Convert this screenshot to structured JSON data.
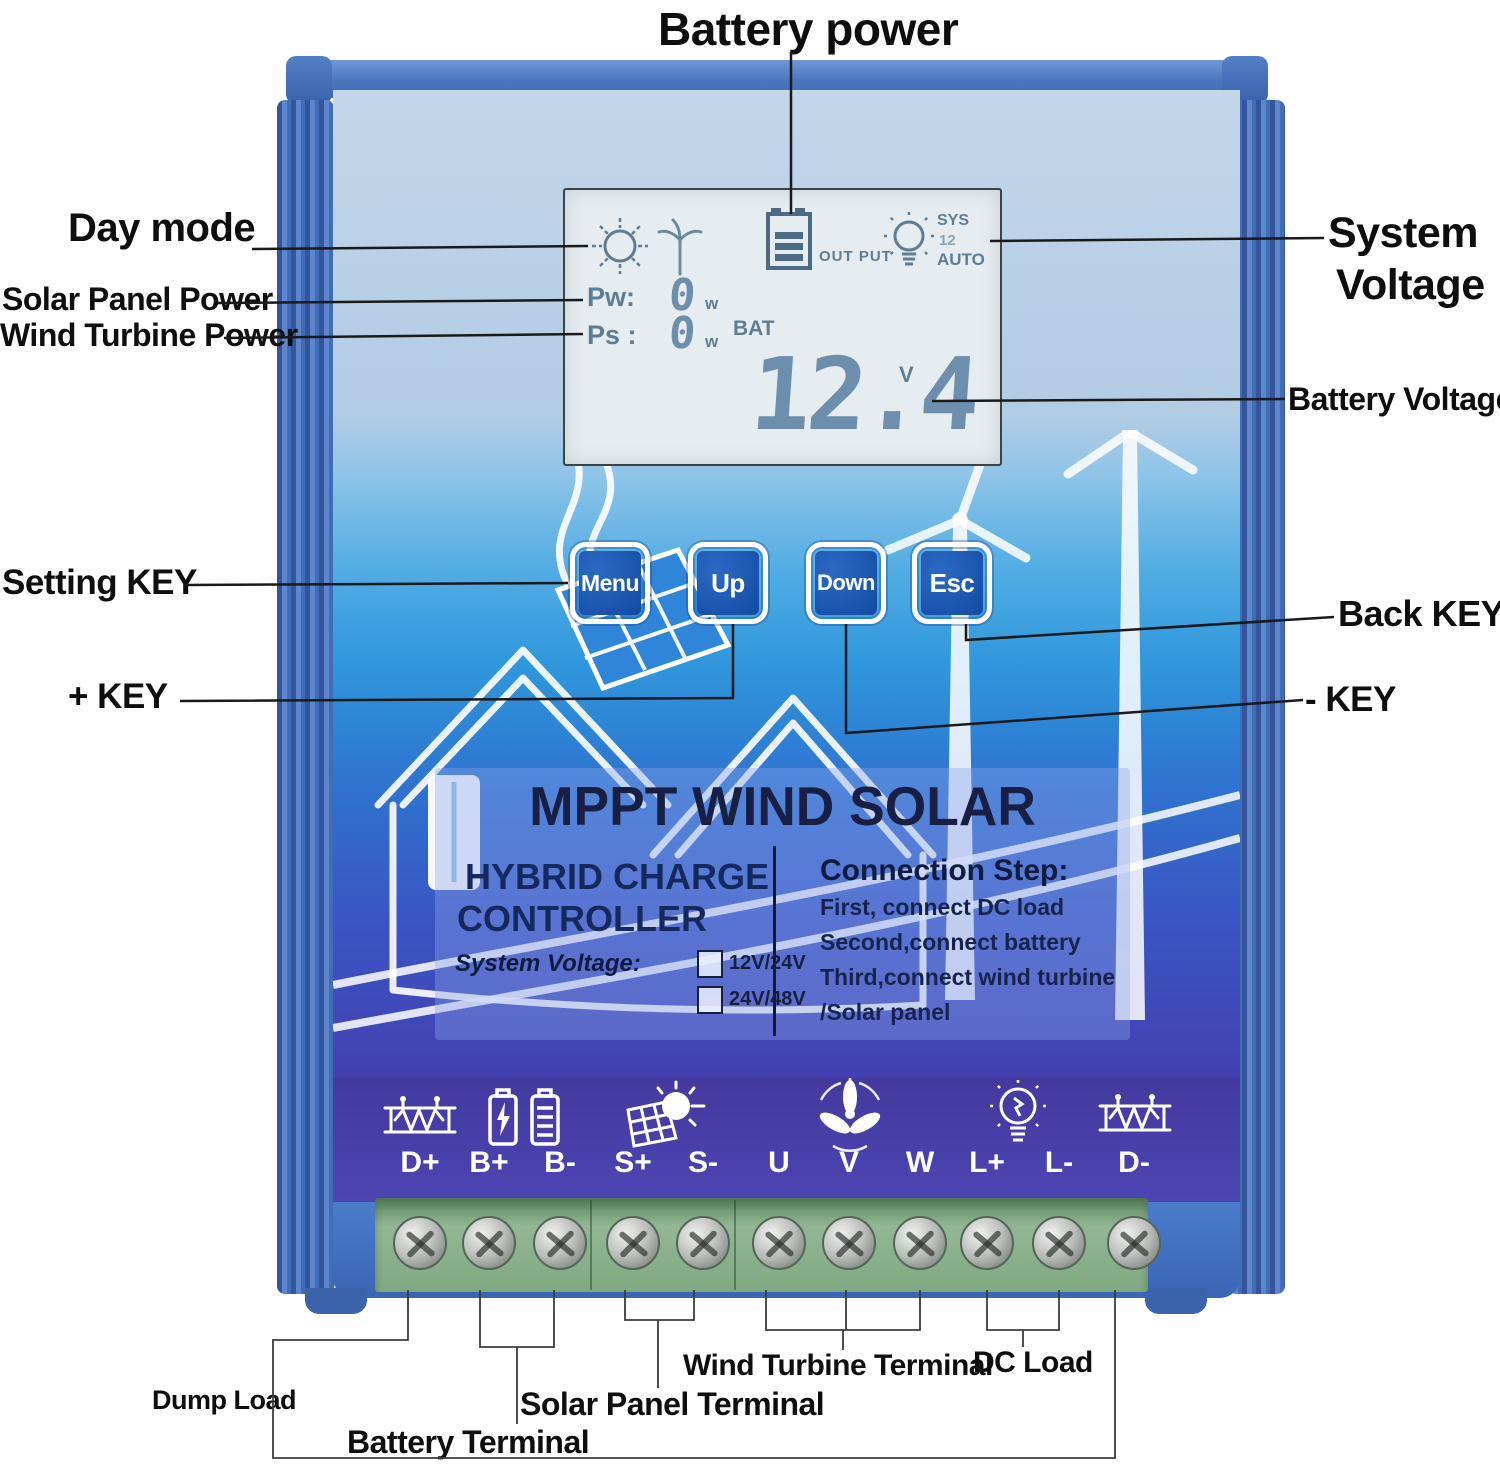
{
  "annotations": {
    "battery_power": "Battery power",
    "day_mode": "Day mode",
    "solar_panel_power": "Solar Panel Power",
    "wind_turbine_power": "Wind Turbine Power",
    "setting_key": "Setting KEY",
    "plus_key": "+ KEY",
    "system_voltage_line1": "System",
    "system_voltage_line2": "Voltage",
    "battery_voltage": "Battery Voltage",
    "back_key": "Back KEY",
    "minus_key": "- KEY",
    "dump_load": "Dump Load",
    "battery_terminal": "Battery Terminal",
    "solar_panel_terminal": "Solar Panel Terminal",
    "wind_turbine_terminal": "Wind Turbine Terminal",
    "dc_load": "DC Load"
  },
  "lcd": {
    "output_label": "OUT PUT",
    "sys_label": "SYS",
    "sys_value": "12",
    "auto_label": "AUTO",
    "pw_label": "Pw:",
    "pw_value": "0",
    "pw_unit": "w",
    "ps_label": "Ps :",
    "ps_value": "0",
    "ps_unit": "w",
    "bat_label": "BAT",
    "battery_voltage_value": "12.4",
    "battery_voltage_unit": "V"
  },
  "buttons": {
    "menu": "Menu",
    "up": "Up",
    "down": "Down",
    "esc": "Esc"
  },
  "label_panel": {
    "title": "MPPT WIND SOLAR",
    "subtitle_line1": "HYBRID CHARGE",
    "subtitle_line2": "CONTROLLER",
    "system_voltage_label": "System Voltage:",
    "voltage_options": [
      "12V/24V",
      "24V/48V"
    ],
    "connection_title": "Connection Step:",
    "connection_steps": [
      "First, connect DC load",
      "Second,connect battery",
      "Third,connect wind turbine",
      "/Solar panel"
    ]
  },
  "terminals": [
    "D+",
    "B+",
    "B-",
    "S+",
    "S-",
    "U",
    "V",
    "W",
    "L+",
    "L-",
    "D-"
  ],
  "colors": {
    "case_blue": "#4a77c0",
    "sky_blue": "#2f97dc",
    "strip_purple": "#473fa8",
    "terminal_green": "#8db38f",
    "button_blue": "#1b53ac",
    "lcd_ink": "#5e7d95",
    "title_navy": "#181f44"
  }
}
